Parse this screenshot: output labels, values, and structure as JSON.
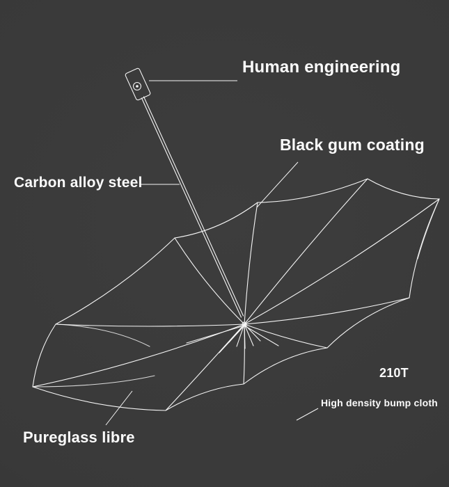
{
  "colors": {
    "background": "#3d3d3d",
    "line": "#f6f6f6",
    "text": "#fbfbfb"
  },
  "labels": {
    "human_engineering": "Human engineering",
    "black_gum_coating": "Black gum coating",
    "carbon_alloy_steel": "Carbon alloy steel",
    "pureglass_libre": "Pureglass libre",
    "fabric_density": "210T",
    "high_density_bump_cloth": "High density bump cloth"
  }
}
